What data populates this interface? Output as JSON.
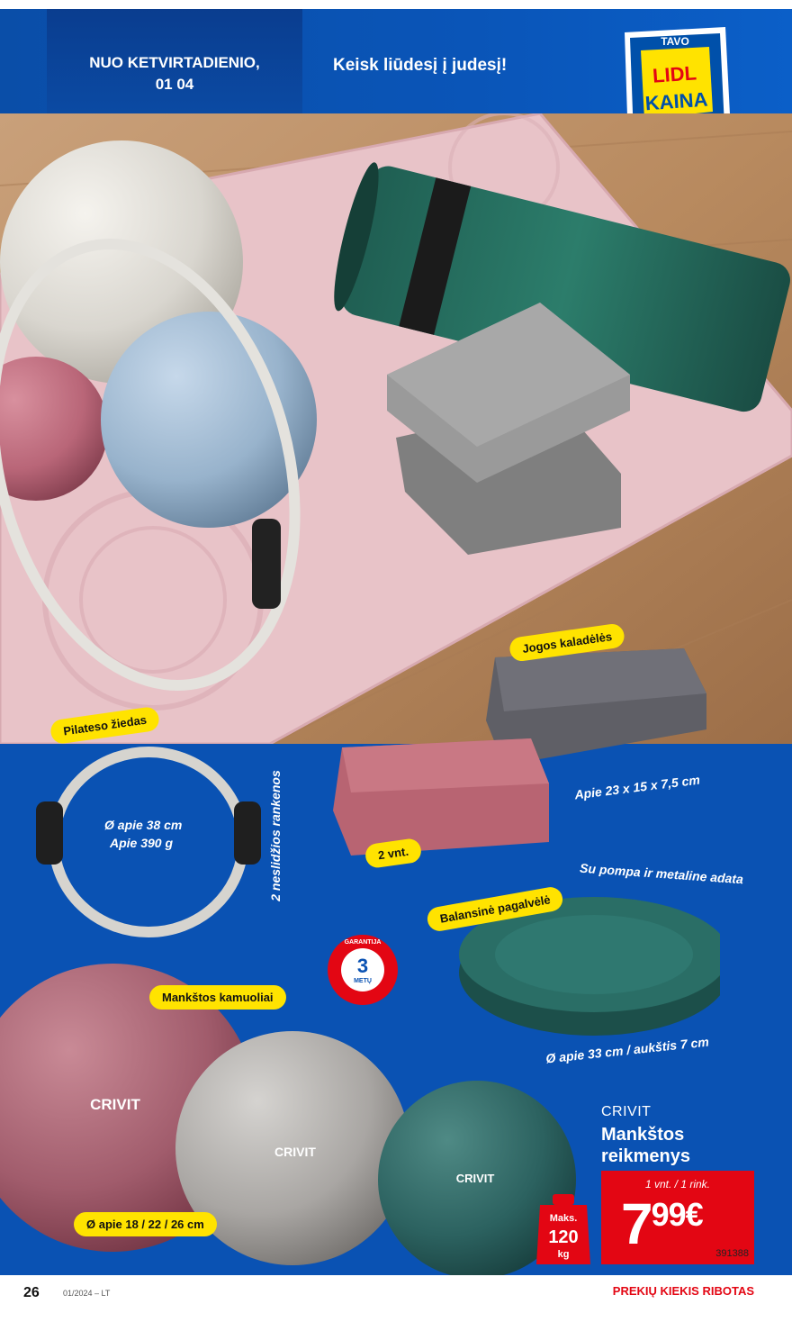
{
  "header": {
    "date_line1": "NUO KETVIRTADIENIO,",
    "date_line2": "01 04",
    "slogan": "Keisk liūdesį į judesį!"
  },
  "badge": {
    "top": "TAVO",
    "brand": "LIDL",
    "bottom": "KAINA"
  },
  "labels": {
    "yoga_blocks": "Jogos kaladėlės",
    "pilates_ring": "Pilateso žiedas",
    "two_pcs": "2 vnt.",
    "balance_cushion": "Balansinė pagalvėlė",
    "exercise_balls": "Mankštos kamuoliai"
  },
  "specs": {
    "block_size": "Apie 23 x 15 x 7,5 cm",
    "ring_diameter": "Ø apie 38 cm",
    "ring_weight": "Apie 390 g",
    "ring_handles": "2 neslidžios rankenos",
    "cushion_pump": "Su pompa ir metaline adata",
    "cushion_size": "Ø apie 33 cm / aukštis 7 cm",
    "ball_sizes": "Ø apie 18 / 22 / 26 cm"
  },
  "warranty": {
    "years": "3",
    "unit": "METŲ",
    "word": "GARANTIJA"
  },
  "weight_tag": {
    "label": "Maks.",
    "value": "120",
    "unit": "kg"
  },
  "ball_brand": "CRIVIT",
  "product": {
    "brand": "CRIVIT",
    "title": "Mankštos reikmenys",
    "per_unit": "1 vnt. / 1 rink.",
    "price_main": "7",
    "price_cents": "99€",
    "code": "391388"
  },
  "footer": {
    "page": "26",
    "edition": "01/2024 – LT",
    "limited": "PREKIŲ KIEKIS RIBOTAS"
  },
  "colors": {
    "blue": "#0a52b3",
    "yellow": "#ffe300",
    "red": "#e30613"
  }
}
